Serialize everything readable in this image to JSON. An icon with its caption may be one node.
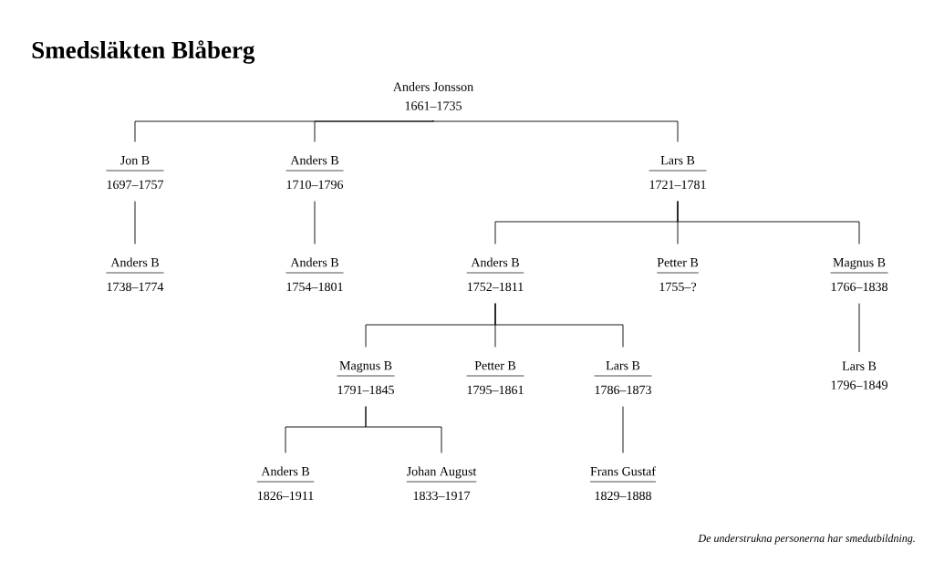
{
  "diagram": {
    "title": "Smedsläkten Blåberg",
    "caption": "De understrukna personerna har smedutbildning.",
    "nodes": [
      {
        "text": [
          "Anders Jonsson",
          "1661–1735"
        ]
      },
      {
        "text": [
          "Jon B",
          "1697–1757"
        ]
      },
      {
        "text": [
          "Anders B",
          "1710–1796"
        ]
      },
      {
        "text": [
          "Lars B",
          "1721–1781"
        ]
      },
      {
        "text": [
          "Anders B",
          "1738–1774"
        ]
      },
      {
        "text": [
          "Anders B",
          "1754–1801"
        ]
      },
      {
        "text": [
          "Anders B",
          "1752–1811"
        ]
      },
      {
        "text": [
          "Petter B",
          "1755–?"
        ]
      },
      {
        "text": [
          "Magnus B",
          "1766–1838"
        ]
      },
      {
        "text": [
          "Magnus B",
          "1791–1845"
        ]
      },
      {
        "text": [
          "Petter B",
          "1795–1861"
        ]
      },
      {
        "text": [
          "Lars B",
          "1786–1873"
        ]
      },
      {
        "text": [
          "Lars B",
          "1796–1849"
        ]
      },
      {
        "text": [
          "Anders B",
          "1826–1911"
        ]
      },
      {
        "text": [
          "Johan August",
          "1833–1917"
        ]
      },
      {
        "text": [
          "Frans Gustaf",
          "1829–1888"
        ]
      }
    ],
    "edges": [
      {
        "from": 0,
        "to": 1,
        "arrow": "none"
      },
      {
        "from": 0,
        "to": 2,
        "arrow": "none"
      },
      {
        "from": 0,
        "to": 3,
        "arrow": "none"
      },
      {
        "from": 1,
        "to": 4,
        "arrow": "none"
      },
      {
        "from": 2,
        "to": 5,
        "arrow": "none"
      },
      {
        "from": 3,
        "to": 6,
        "arrow": "none"
      },
      {
        "from": 3,
        "to": 7,
        "arrow": "none"
      },
      {
        "from": 3,
        "to": 8,
        "arrow": "none"
      },
      {
        "from": 6,
        "to": 9,
        "arrow": "none"
      },
      {
        "from": 6,
        "to": 10,
        "arrow": "none"
      },
      {
        "from": 6,
        "to": 11,
        "arrow": "none"
      },
      {
        "from": 8,
        "to": 12,
        "arrow": "none"
      },
      {
        "from": 9,
        "to": 13,
        "arrow": "none"
      },
      {
        "from": 9,
        "to": 14,
        "arrow": "none"
      },
      {
        "from": 11,
        "to": 15,
        "arrow": "none"
      }
    ]
  }
}
